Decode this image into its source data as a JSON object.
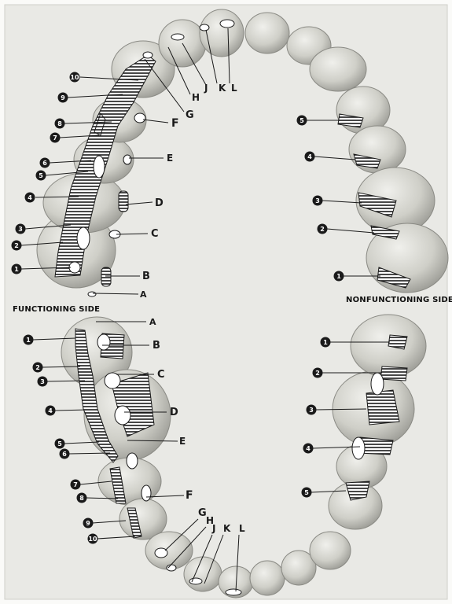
{
  "captions": {
    "functioning_side": "FUNCTIONING   SIDE",
    "nonfunctioning_side": "NONFUNCTIONING   SIDE"
  },
  "letters": [
    "A",
    "B",
    "C",
    "D",
    "E",
    "F",
    "G",
    "H",
    "J",
    "K",
    "L"
  ],
  "numbers": [
    "1",
    "2",
    "3",
    "4",
    "5",
    "6",
    "7",
    "8",
    "9",
    "10"
  ],
  "colors": {
    "ink": "#1a1a1a",
    "tooth": "#d9d9d2",
    "background": "#fafaf8"
  }
}
